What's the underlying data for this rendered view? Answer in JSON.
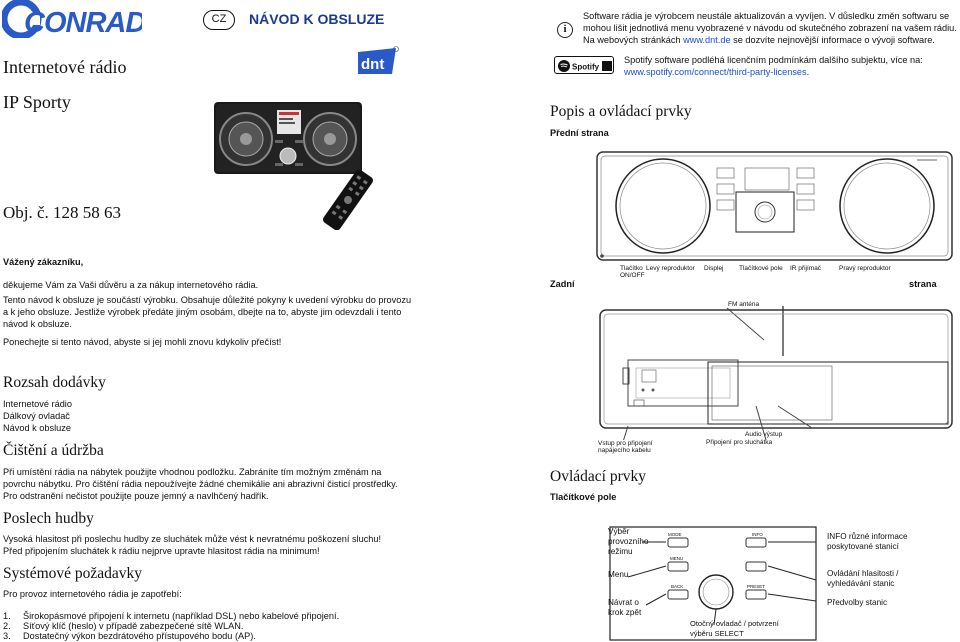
{
  "brand": {
    "name": "CONRAD",
    "dnt_logo": "dnt"
  },
  "header": {
    "lang_badge": "CZ",
    "title": "NÁVOD K OBSLUZE"
  },
  "notice": {
    "line1": "Software rádia je výrobcem neustále aktualizován a vyvíjen. V důsledku změn softwaru se",
    "line2": "mohou lišit jednotlivá menu vyobrazené v návodu od skutečného zobrazení na vašem rádiu.",
    "line3_before": "Na webových stránkách ",
    "line3_link": "www.dnt.de",
    "line3_after": " se dozvíte nejnovější informace o vývoji software.",
    "icon": "info-icon"
  },
  "spotify": {
    "badge": "Spotify",
    "text": "Spotify software podléhá licenčním podmínkám dalšího subjektu, více na:",
    "link": "www.spotify.com/connect/third-party-licenses",
    "link_suffix": "."
  },
  "product": {
    "title1": "Internetové rádio",
    "title2": "IP Sporty",
    "order_no": "Obj. č. 128 58 63"
  },
  "greeting": {
    "salutation": "Vážený zákazníku,",
    "p1": "děkujeme Vám za Vaši důvěru a za nákup internetového rádia.",
    "p2_l1": "Tento návod k obsluze je součástí výrobku. Obsahuje důležité pokyny k uvedení výrobku do provozu",
    "p2_l2": "a k jeho obsluze. Jestliže výrobek předáte jiným osobám, dbejte na to, abyste jim odevzdali i tento",
    "p2_l3": "návod k obsluze.",
    "p3": "Ponechejte si tento návod, abyste si jej mohli znovu kdykoliv přečíst!"
  },
  "scope": {
    "title": "Rozsah dodávky",
    "items": [
      "Internetové rádio",
      "Dálkový ovladač",
      "Návod k obsluze"
    ]
  },
  "care": {
    "title": "Čištění a údržba",
    "l1": "Při umístění rádia na nábytek použijte vhodnou podložku. Zabráníte tím možným změnám na",
    "l2": "povrchu nábytku. Pro čištění rádia nepoužívejte žádné chemikálie ani abrazivní čisticí prostředky.",
    "l3": "Pro odstranění nečistot použijte pouze jemný a navlhčený hadřík."
  },
  "listening": {
    "title": "Poslech hudby",
    "l1": "Vysoká hlasitost při poslechu hudby ze sluchátek může vést k nevratnému poškození sluchu!",
    "l2": "Před připojením sluchátek k rádiu nejprve upravte hlasitost rádia na minimum!"
  },
  "system": {
    "title": "Systémové požadavky",
    "intro": "Pro provoz internetového rádia je zapotřebí:",
    "items": [
      {
        "n": "1.",
        "t": "Širokopásmové připojení k internetu (například DSL) nebo kabelové připojení."
      },
      {
        "n": "2.",
        "t": "Síťový klíč (heslo) v případě zabezpečené sítě WLAN."
      },
      {
        "n": "3.",
        "t": "Dostatečný výkon bezdrátového přístupového bodu (AP)."
      }
    ]
  },
  "right": {
    "title": "Popis a ovládací prvky",
    "front": "Přední strana",
    "labels": {
      "power": "Tlačítko ON/OFF",
      "left_speaker": "Levý reproduktor",
      "display": "Displej",
      "button_panel": "Tlačítkové pole",
      "ir": "IR přijímač",
      "right_speaker": "Pravý reproduktor"
    },
    "back_left": "Zadní",
    "back_right": "strana",
    "rear": {
      "fm": "FM anténa",
      "power_cable": "Vstup pro připojení napájecího kabelu",
      "audio_out": "Audio výstup",
      "headphones": "Připojení pro sluchátka"
    },
    "controls_title": "Ovládací prvky",
    "panel_title": "Tlačítkové pole",
    "panel": {
      "mode": "Výběr provozního režimu",
      "menu": "Menu",
      "back": "Návrat o krok zpět",
      "select": "Otočný ovladač / potvrzení výběru SELECT",
      "info": "INFO různé informace poskytované stanicí",
      "volume": "Ovládání hlasitosti / vyhledávání stanic",
      "preset": "Předvolby stanic"
    },
    "keys": {
      "mode": "MODE",
      "info": "INFO",
      "menu": "MENU",
      "back": "BACK",
      "preset": "PRESET"
    }
  }
}
